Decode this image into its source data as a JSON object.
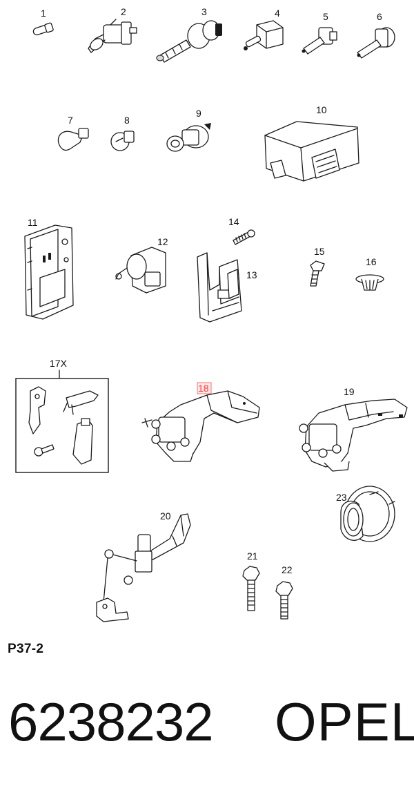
{
  "diagram": {
    "callouts": [
      {
        "id": "1",
        "label": "1"
      },
      {
        "id": "2",
        "label": "2"
      },
      {
        "id": "3",
        "label": "3"
      },
      {
        "id": "4",
        "label": "4"
      },
      {
        "id": "5",
        "label": "5"
      },
      {
        "id": "6",
        "label": "6"
      },
      {
        "id": "7",
        "label": "7"
      },
      {
        "id": "8",
        "label": "8"
      },
      {
        "id": "9",
        "label": "9"
      },
      {
        "id": "10",
        "label": "10"
      },
      {
        "id": "11",
        "label": "11"
      },
      {
        "id": "12",
        "label": "12"
      },
      {
        "id": "13",
        "label": "13"
      },
      {
        "id": "14",
        "label": "14"
      },
      {
        "id": "15",
        "label": "15"
      },
      {
        "id": "16",
        "label": "16"
      },
      {
        "id": "17x",
        "label": "17X"
      },
      {
        "id": "18",
        "label": "18",
        "highlighted": true
      },
      {
        "id": "19",
        "label": "19"
      },
      {
        "id": "20",
        "label": "20"
      },
      {
        "id": "21",
        "label": "21"
      },
      {
        "id": "22",
        "label": "22"
      },
      {
        "id": "23",
        "label": "23"
      }
    ],
    "highlight_color": "#ff3b3b"
  },
  "footer": {
    "page_code": "P37-2",
    "part_number": "6238232",
    "brand": "OPEL"
  }
}
